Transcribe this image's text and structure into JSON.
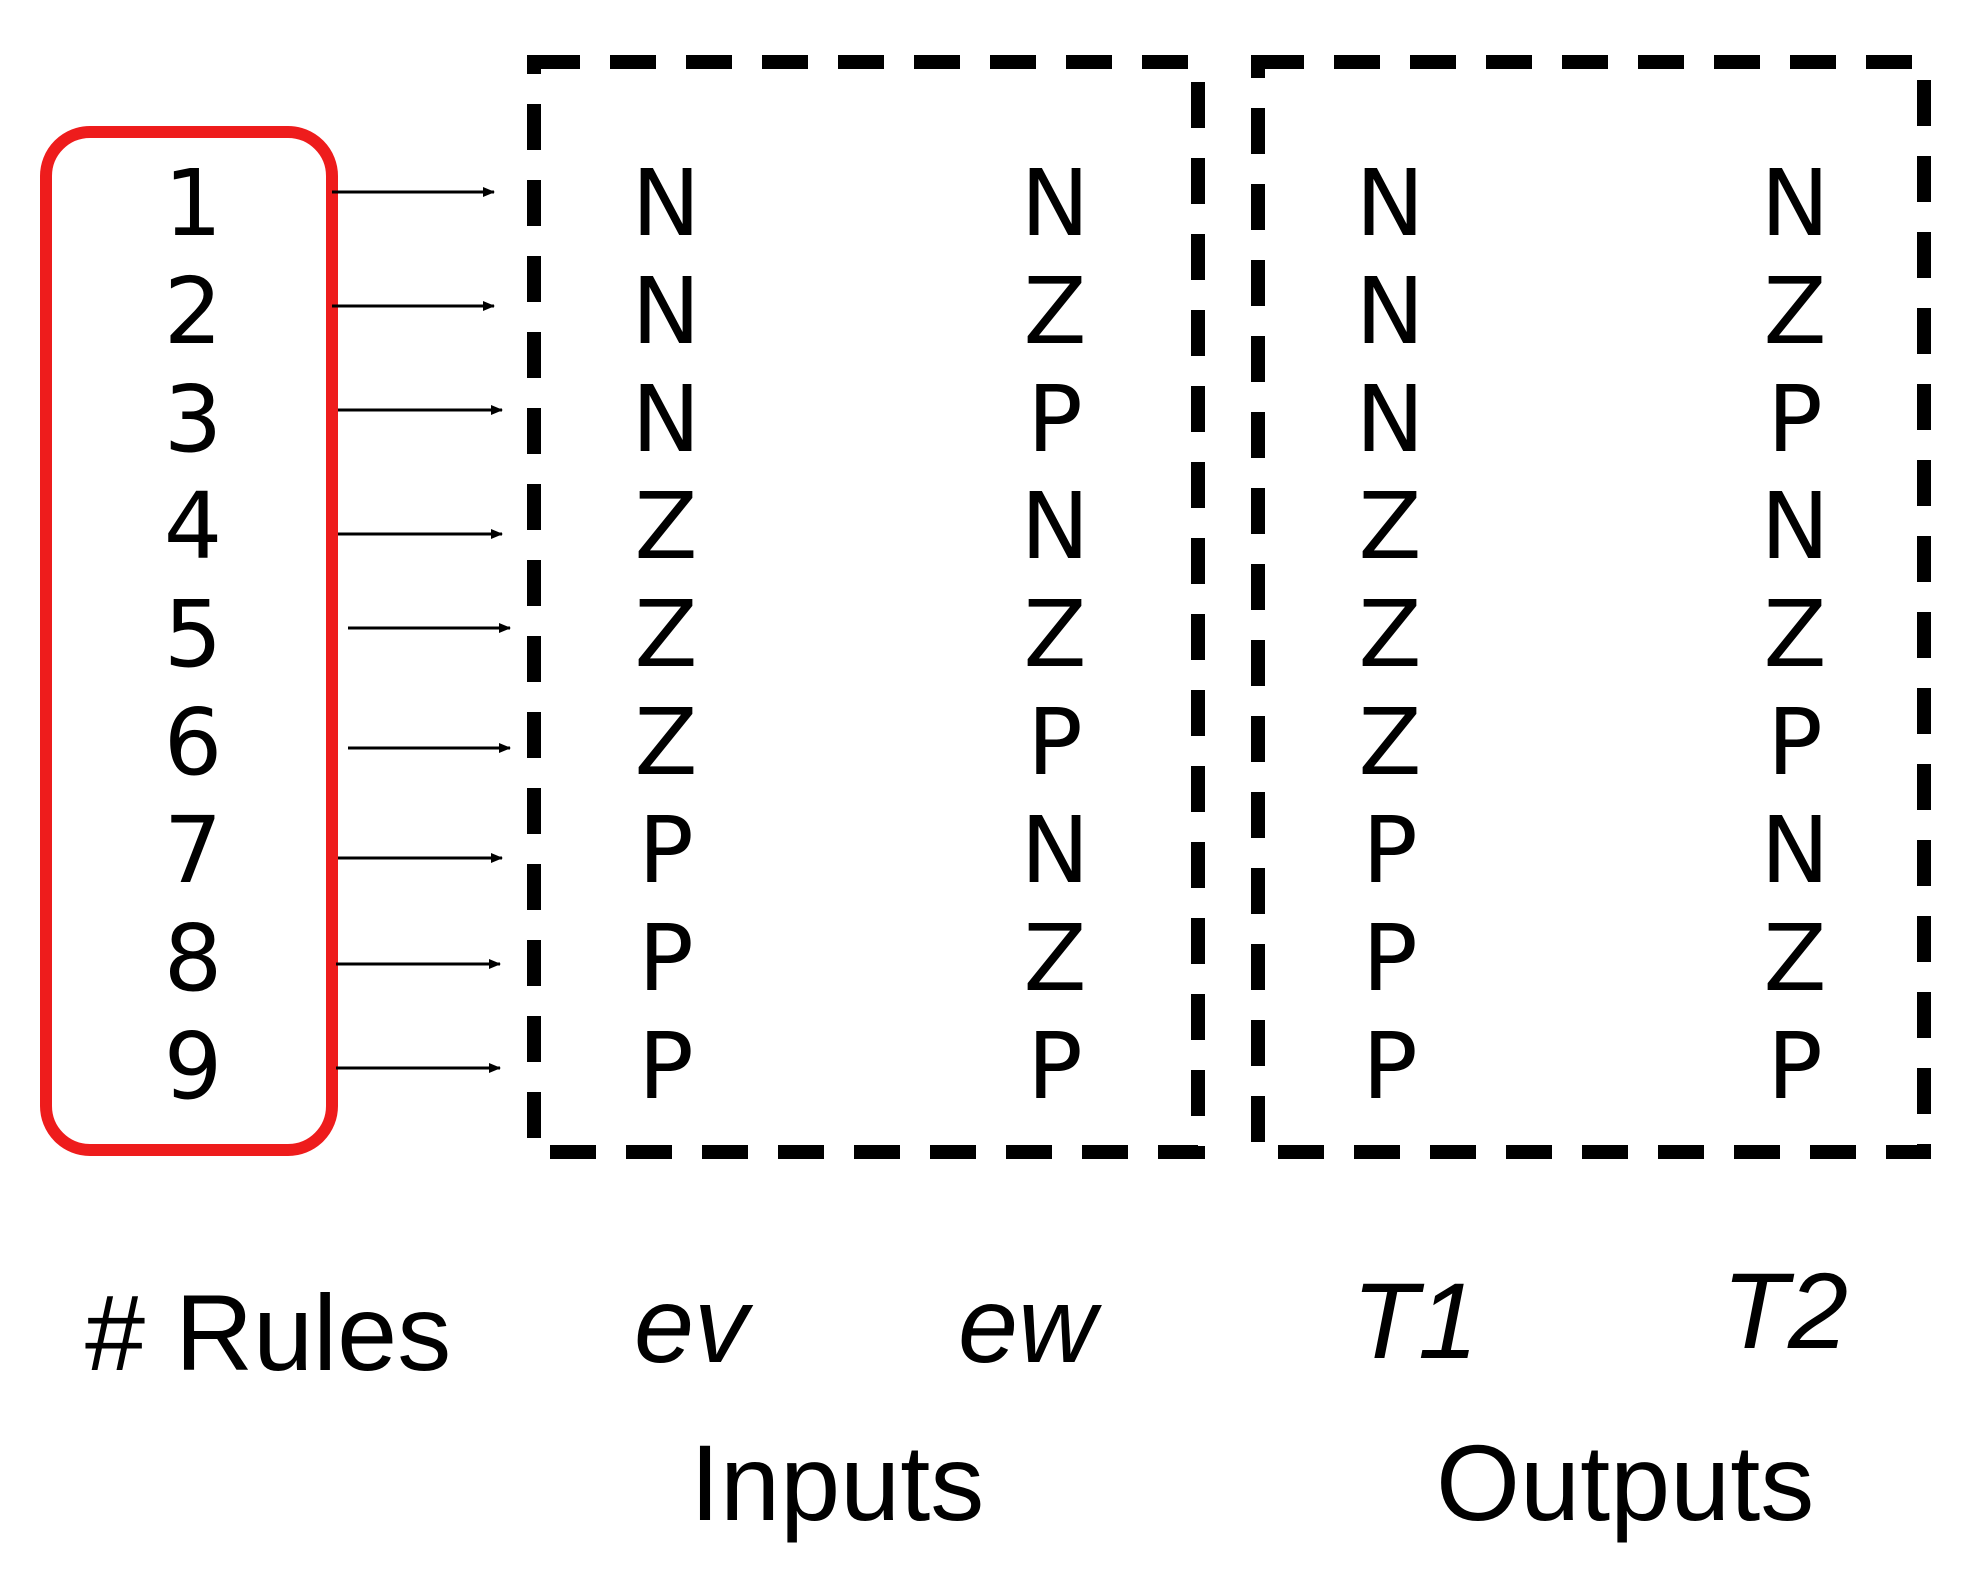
{
  "rules": [
    "1",
    "2",
    "3",
    "4",
    "5",
    "6",
    "7",
    "8",
    "9"
  ],
  "columns": {
    "ev": [
      "N",
      "N",
      "N",
      "Z",
      "Z",
      "Z",
      "P",
      "P",
      "P"
    ],
    "ew": [
      "N",
      "Z",
      "P",
      "N",
      "Z",
      "P",
      "N",
      "Z",
      "P"
    ],
    "t1": [
      "N",
      "N",
      "N",
      "Z",
      "Z",
      "Z",
      "P",
      "P",
      "P"
    ],
    "t2": [
      "N",
      "Z",
      "P",
      "N",
      "Z",
      "P",
      "N",
      "Z",
      "P"
    ]
  },
  "labels": {
    "rules": "# Rules",
    "ev": "ev",
    "ew": "ew",
    "t1": "T1",
    "t2": "T2",
    "inputs": "Inputs",
    "outputs": "Outputs"
  },
  "colors": {
    "rules_box": "#ee1c1c",
    "dashed_box": "#000000",
    "arrow": "#000000"
  }
}
